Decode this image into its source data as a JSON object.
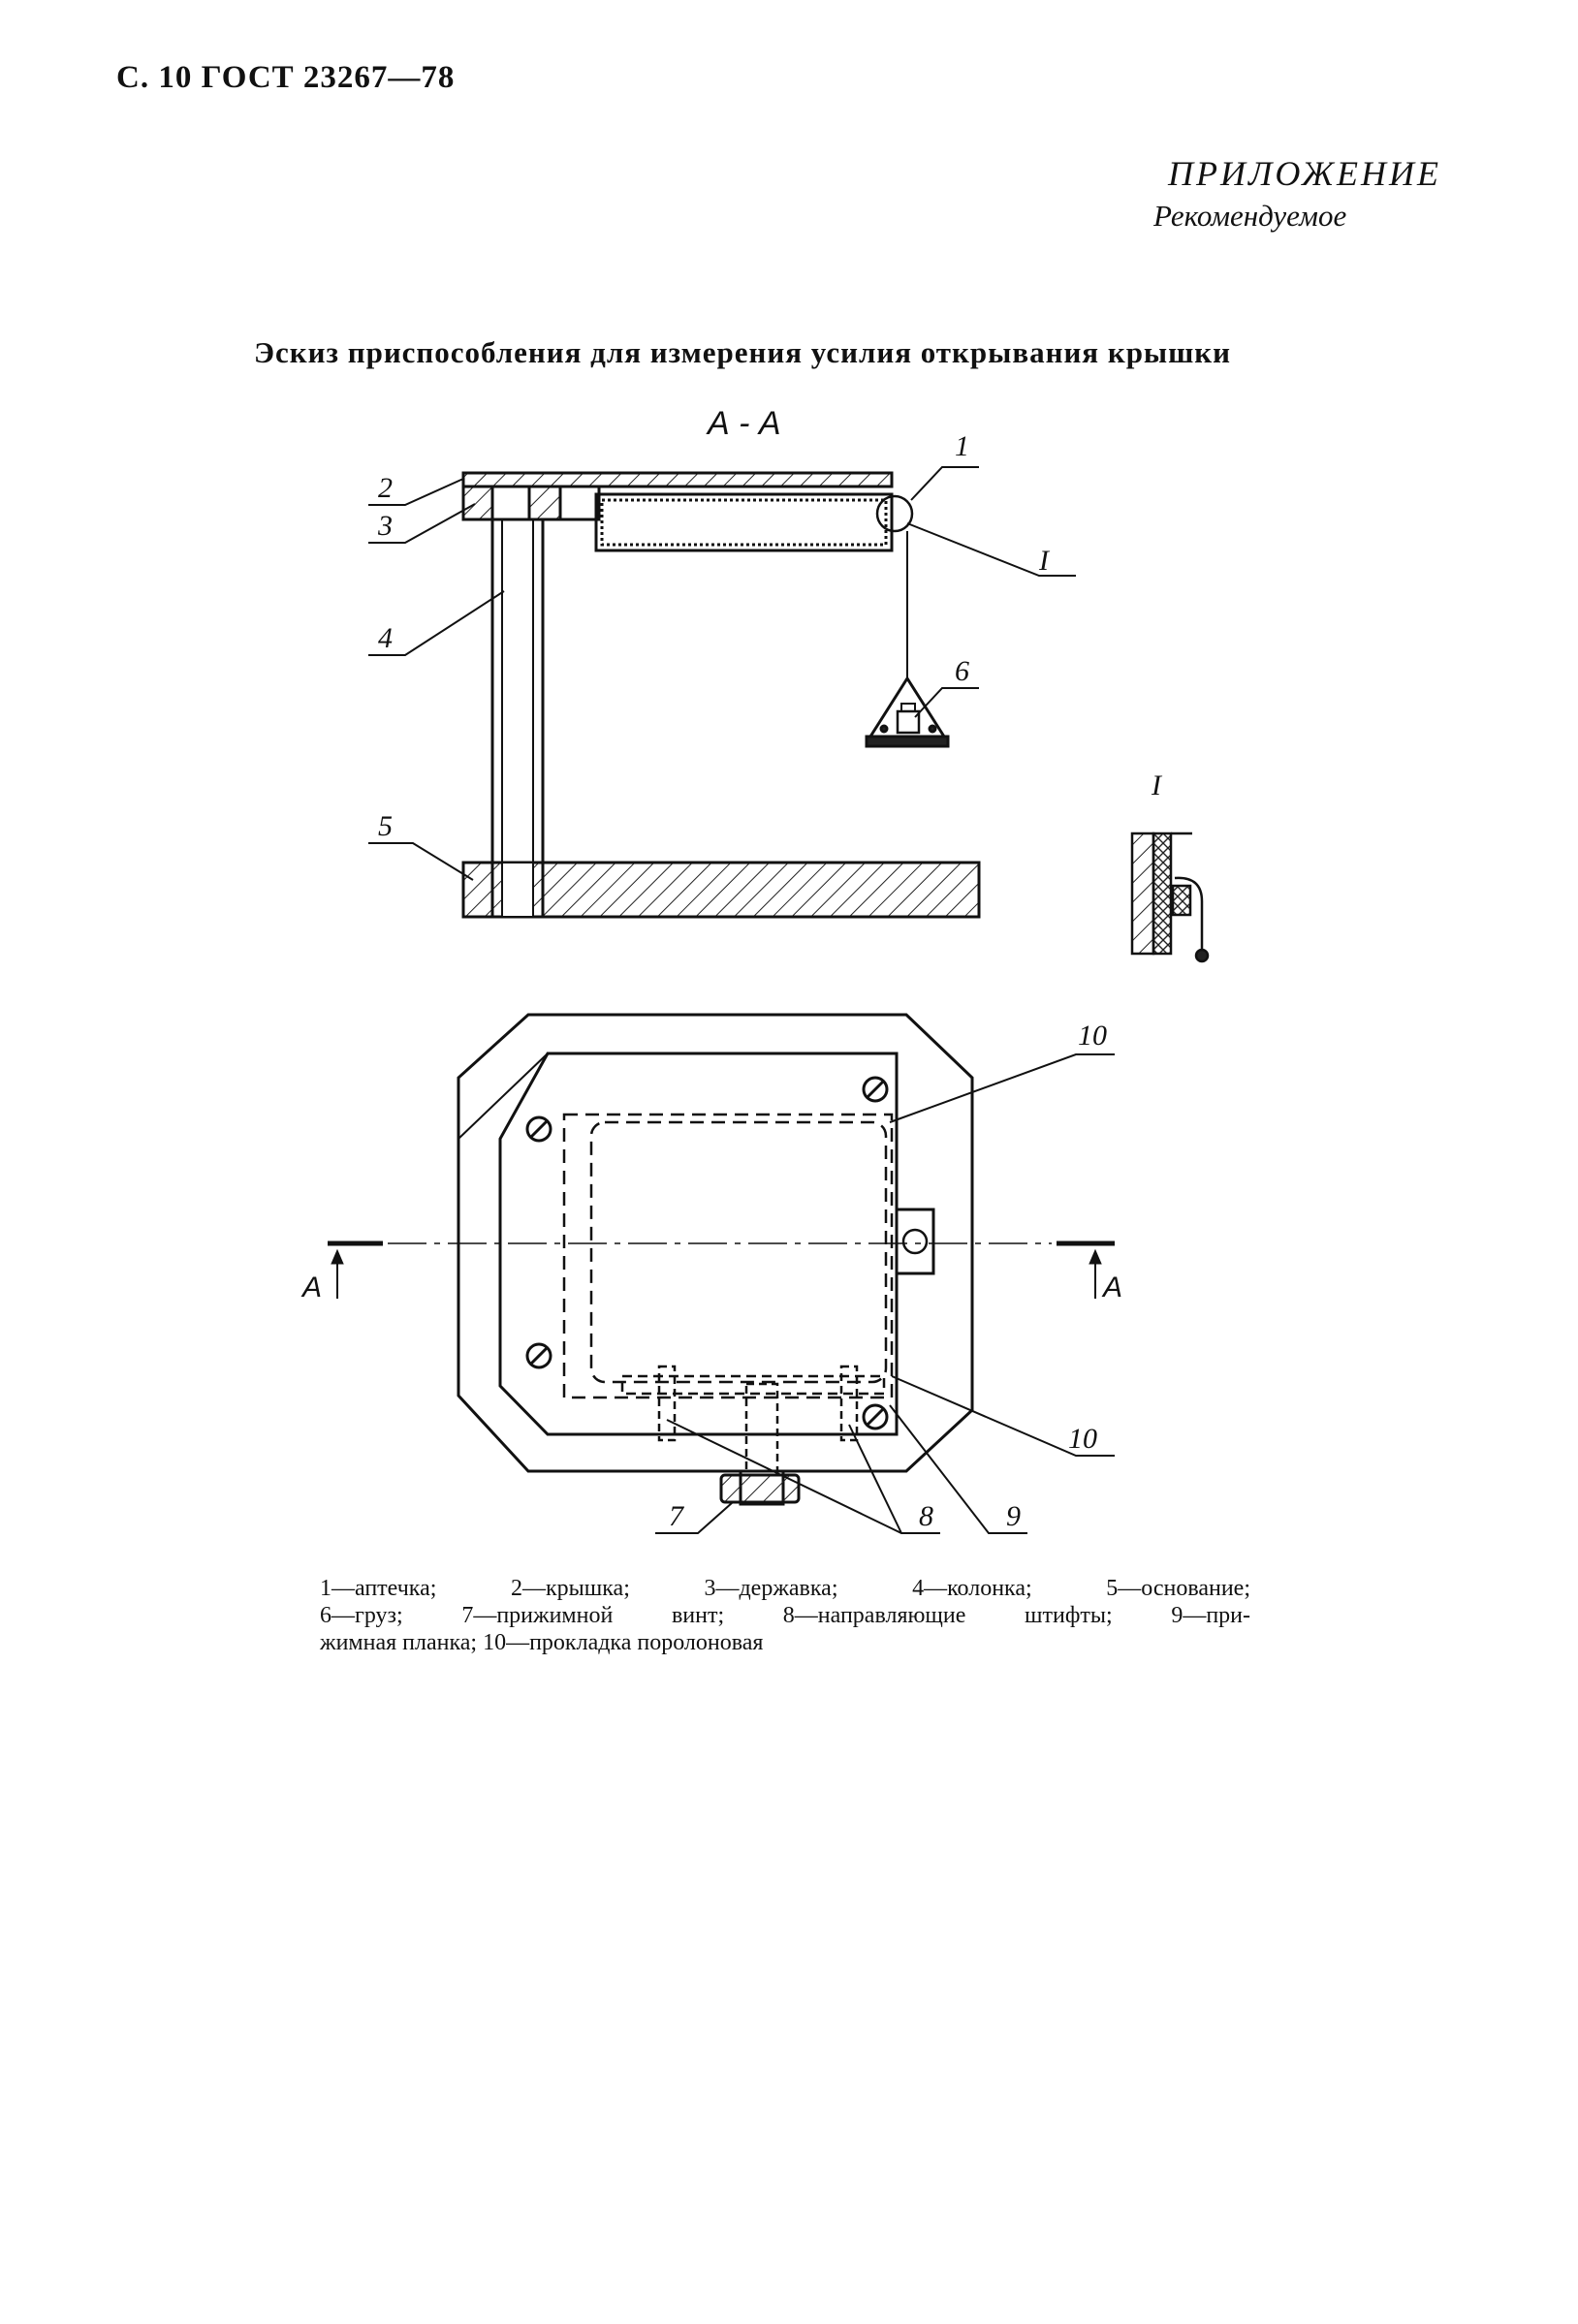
{
  "header": {
    "page_ref": "С. 10 ГОСТ 23267—78"
  },
  "appendix": {
    "title": "ПРИЛОЖЕНИЕ",
    "subtitle": "Рекомендуемое"
  },
  "sketch": {
    "title": "Эскиз приспособления для измерения усилия открывания крышки",
    "section_label": "А - А",
    "detail_label": "I",
    "section_marks": {
      "left": "А",
      "right": "А"
    },
    "callouts": {
      "c1": "1",
      "c2": "2",
      "c3": "3",
      "c4": "4",
      "c5": "5",
      "c6": "6",
      "c7": "7",
      "c8": "8",
      "c9": "9",
      "c10a": "10",
      "c10b": "10",
      "cI": "I"
    }
  },
  "legend": {
    "line1": "1—аптечка; 2—крышка; 3—державка; 4—колонка; 5—основание;",
    "line2": "6—груз; 7—прижимной винт; 8—направляющие штифты; 9—при-",
    "line3": "жимная планка; 10—прокладка поролоновая"
  }
}
